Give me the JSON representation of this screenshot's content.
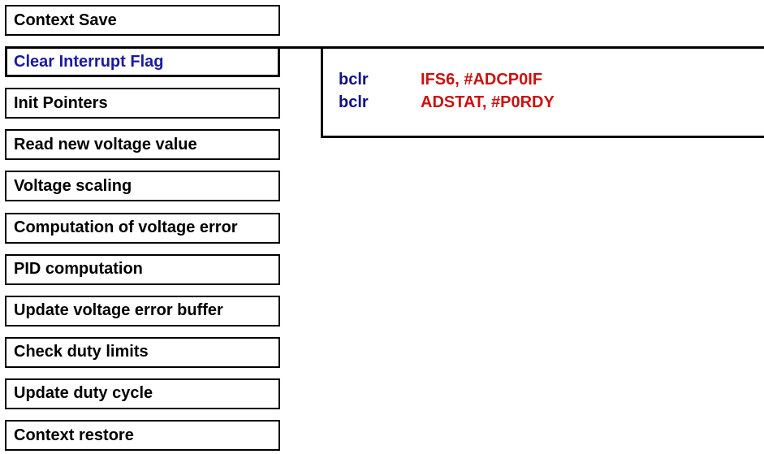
{
  "colors": {
    "highlight_text": "#1a1aa0",
    "mnemonic": "#101088",
    "operand": "#cc1111",
    "border": "#000000"
  },
  "steps": [
    {
      "label": "Context Save",
      "active": false
    },
    {
      "label": "Clear Interrupt Flag",
      "active": true
    },
    {
      "label": "Init Pointers",
      "active": false
    },
    {
      "label": "Read new voltage value",
      "active": false
    },
    {
      "label": "Voltage scaling",
      "active": false
    },
    {
      "label": "Computation of voltage error",
      "active": false
    },
    {
      "label": "PID computation",
      "active": false
    },
    {
      "label": "Update voltage error buffer",
      "active": false
    },
    {
      "label": "Check duty limits",
      "active": false
    },
    {
      "label": "Update duty cycle",
      "active": false
    },
    {
      "label": "Context restore",
      "active": false
    }
  ],
  "code": [
    {
      "mnemonic": "bclr",
      "operand": "IFS6, #ADCP0IF"
    },
    {
      "mnemonic": "bclr",
      "operand": "ADSTAT, #P0RDY"
    }
  ]
}
